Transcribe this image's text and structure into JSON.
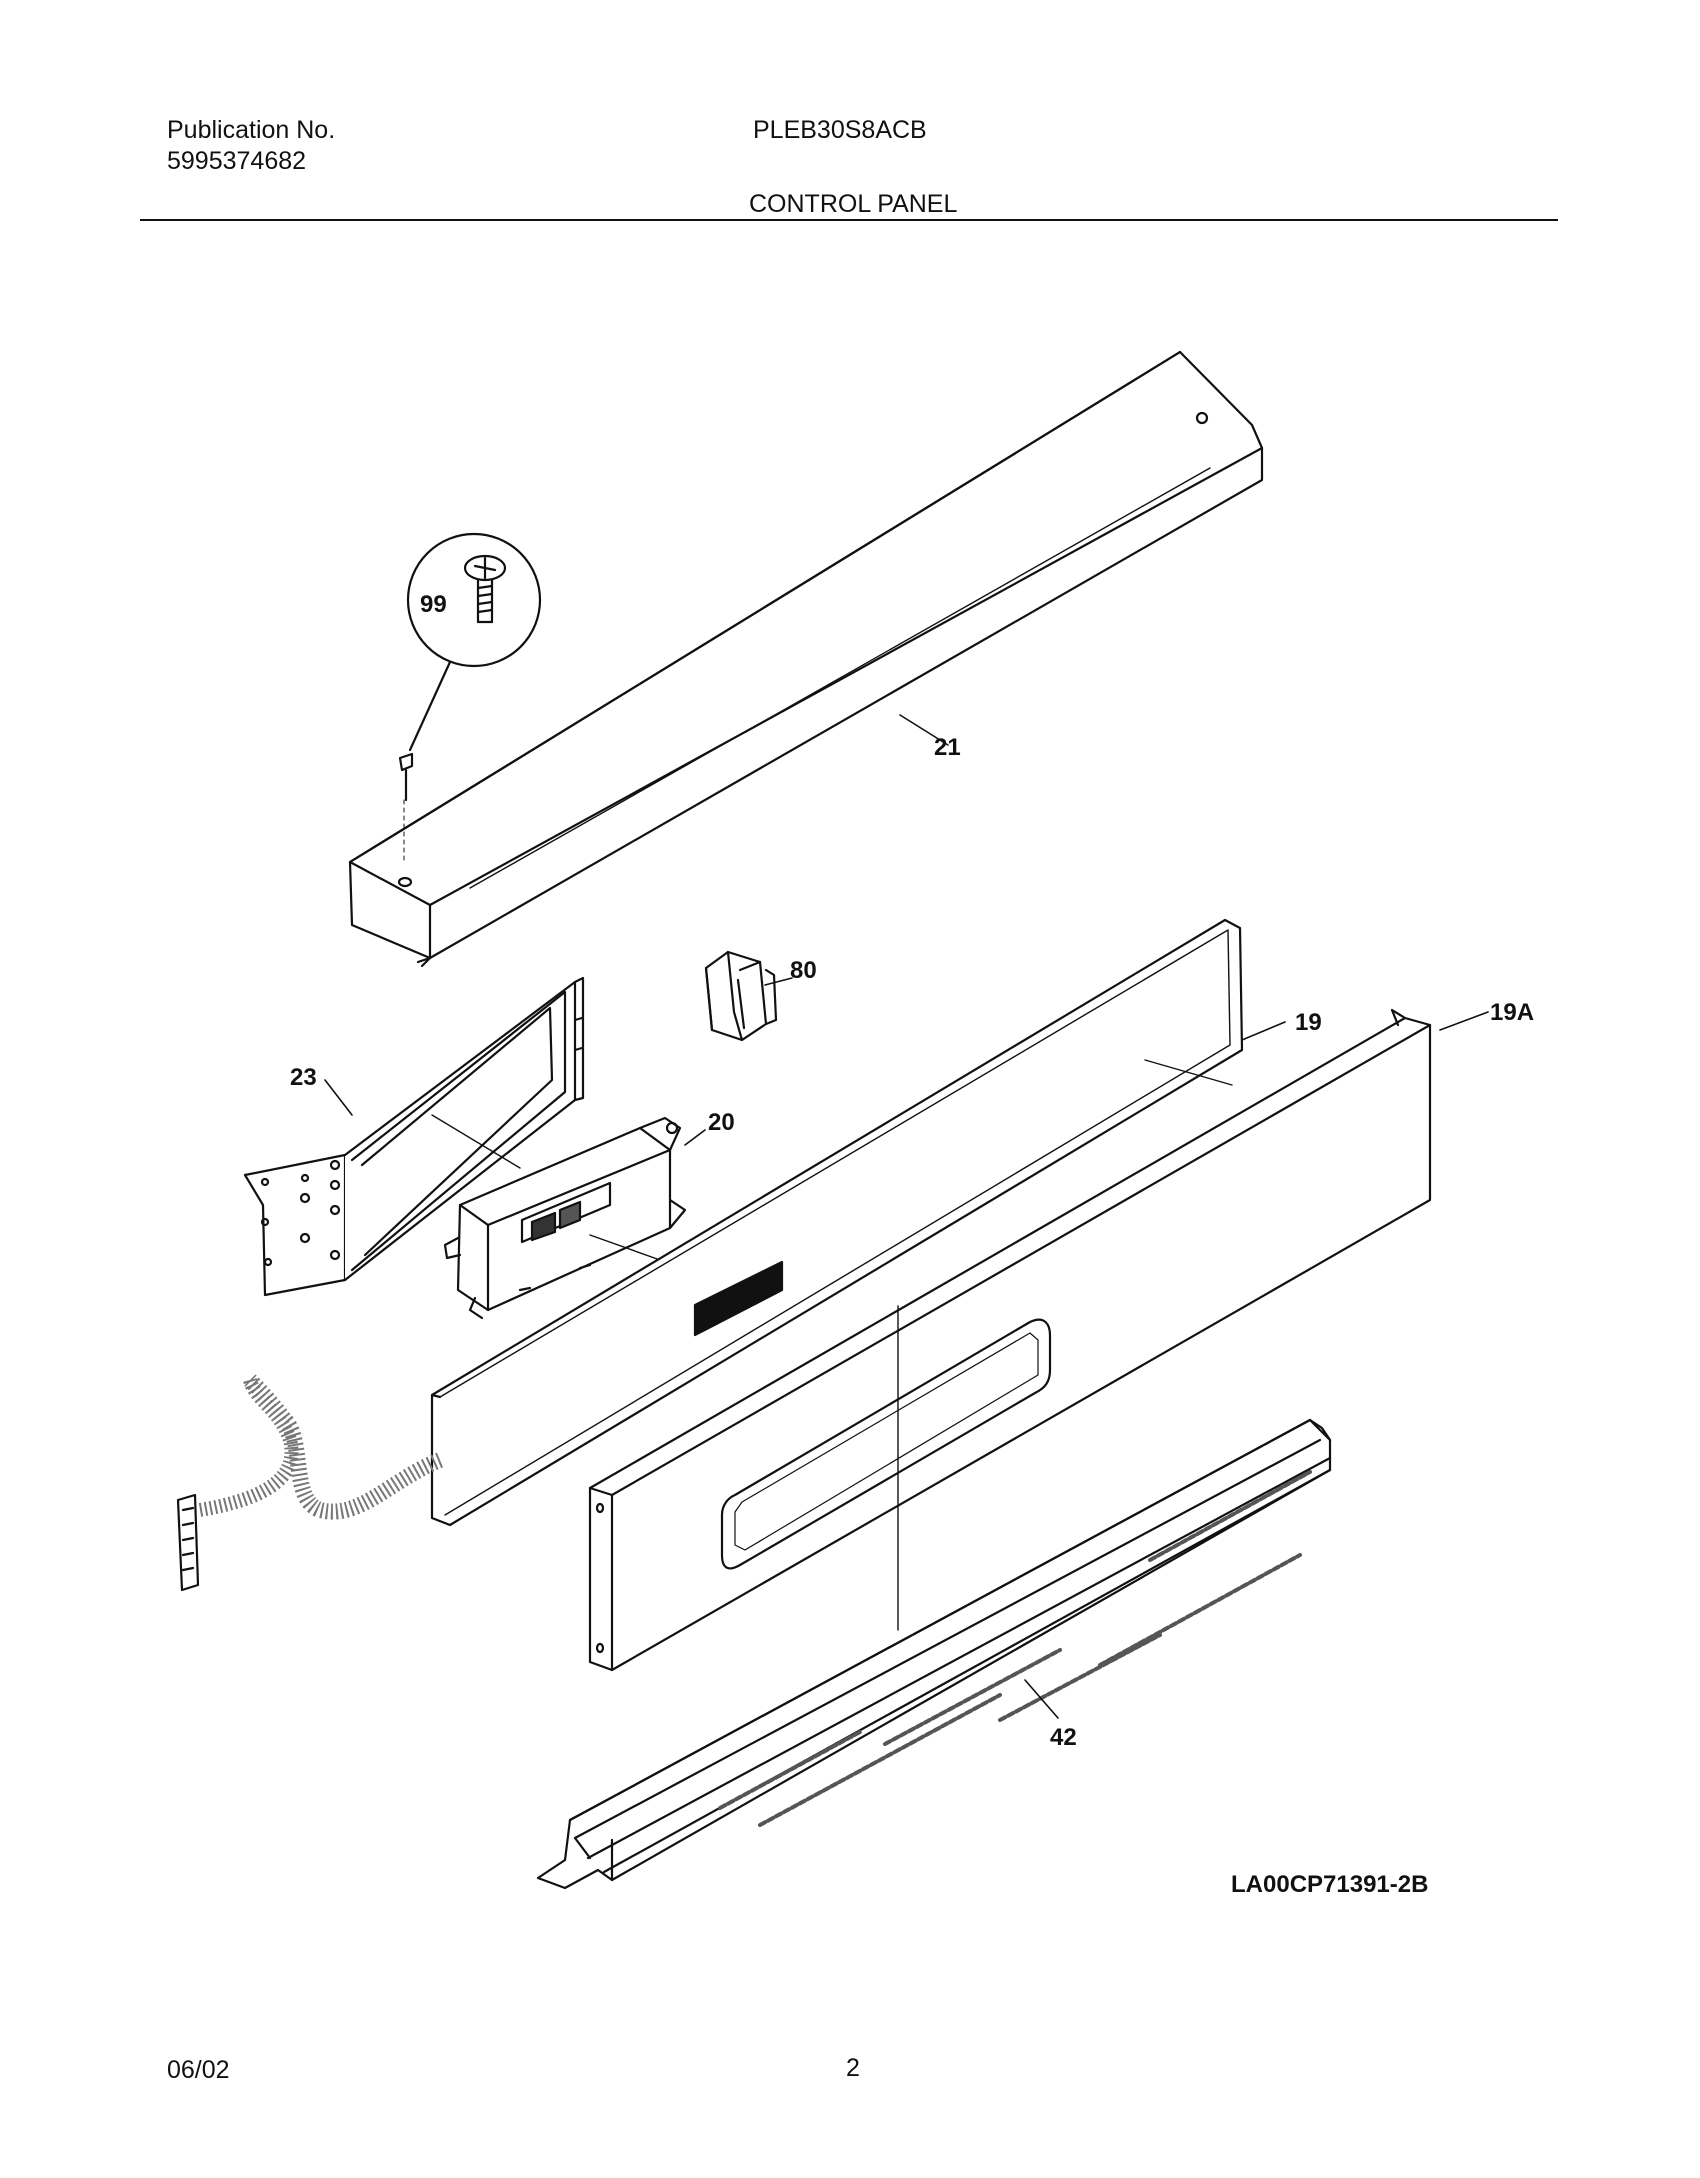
{
  "header": {
    "publication_label": "Publication No.",
    "publication_number": "5995374682",
    "model": "PLEB30S8ACB",
    "section_title": "CONTROL PANEL"
  },
  "diagram": {
    "drawing_id": "LA00CP71391-2B",
    "callouts": {
      "screw": "99",
      "end_cap": "21",
      "spacer": "80",
      "bracket": "23",
      "clock": "20",
      "panel_back": "19",
      "panel_front": "19A",
      "vent_trim": "42"
    }
  },
  "footer": {
    "date": "06/02",
    "page": "2"
  }
}
